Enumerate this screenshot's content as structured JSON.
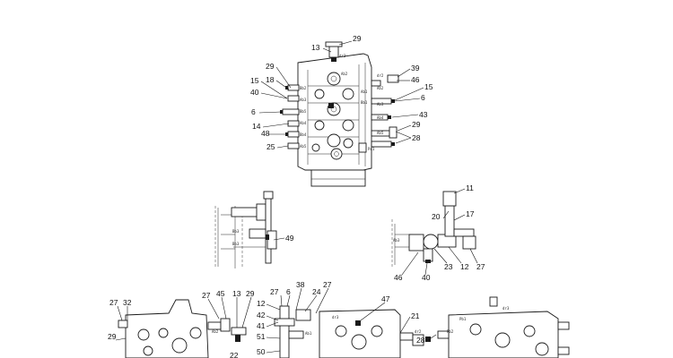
{
  "callouts": {
    "top": [
      "29",
      "13",
      "29",
      "18",
      "15",
      "40",
      "6",
      "14",
      "48",
      "25",
      "39",
      "46",
      "15",
      "6",
      "43",
      "29",
      "28"
    ],
    "left_detail": [
      "49"
    ],
    "right_detail": [
      "11",
      "20",
      "17",
      "46",
      "40",
      "23",
      "12",
      "27"
    ],
    "bottom": [
      "27",
      "32",
      "29",
      "27",
      "45",
      "13",
      "29",
      "12",
      "42",
      "41",
      "51",
      "50",
      "22",
      "27",
      "6",
      "38",
      "24",
      "27",
      "47",
      "21",
      "28"
    ]
  },
  "port_labels": {
    "top": [
      "dr3",
      "Ab2",
      "Bb2",
      "Ab3",
      "Ab4",
      "Bb4",
      "Ab5",
      "Bb5",
      "Ab1",
      "Bb1",
      "Ab2",
      "Ab3",
      "dr2",
      "Ab4",
      "Ab5",
      "Pc1"
    ],
    "left_detail": [
      "Bb3",
      "Bb3"
    ],
    "right_detail": [
      "Ab3"
    ],
    "bottom": [
      "dr3",
      "Pb1",
      "Ab2",
      "Ab1",
      "dr3",
      "dr2",
      "Pb2"
    ]
  }
}
